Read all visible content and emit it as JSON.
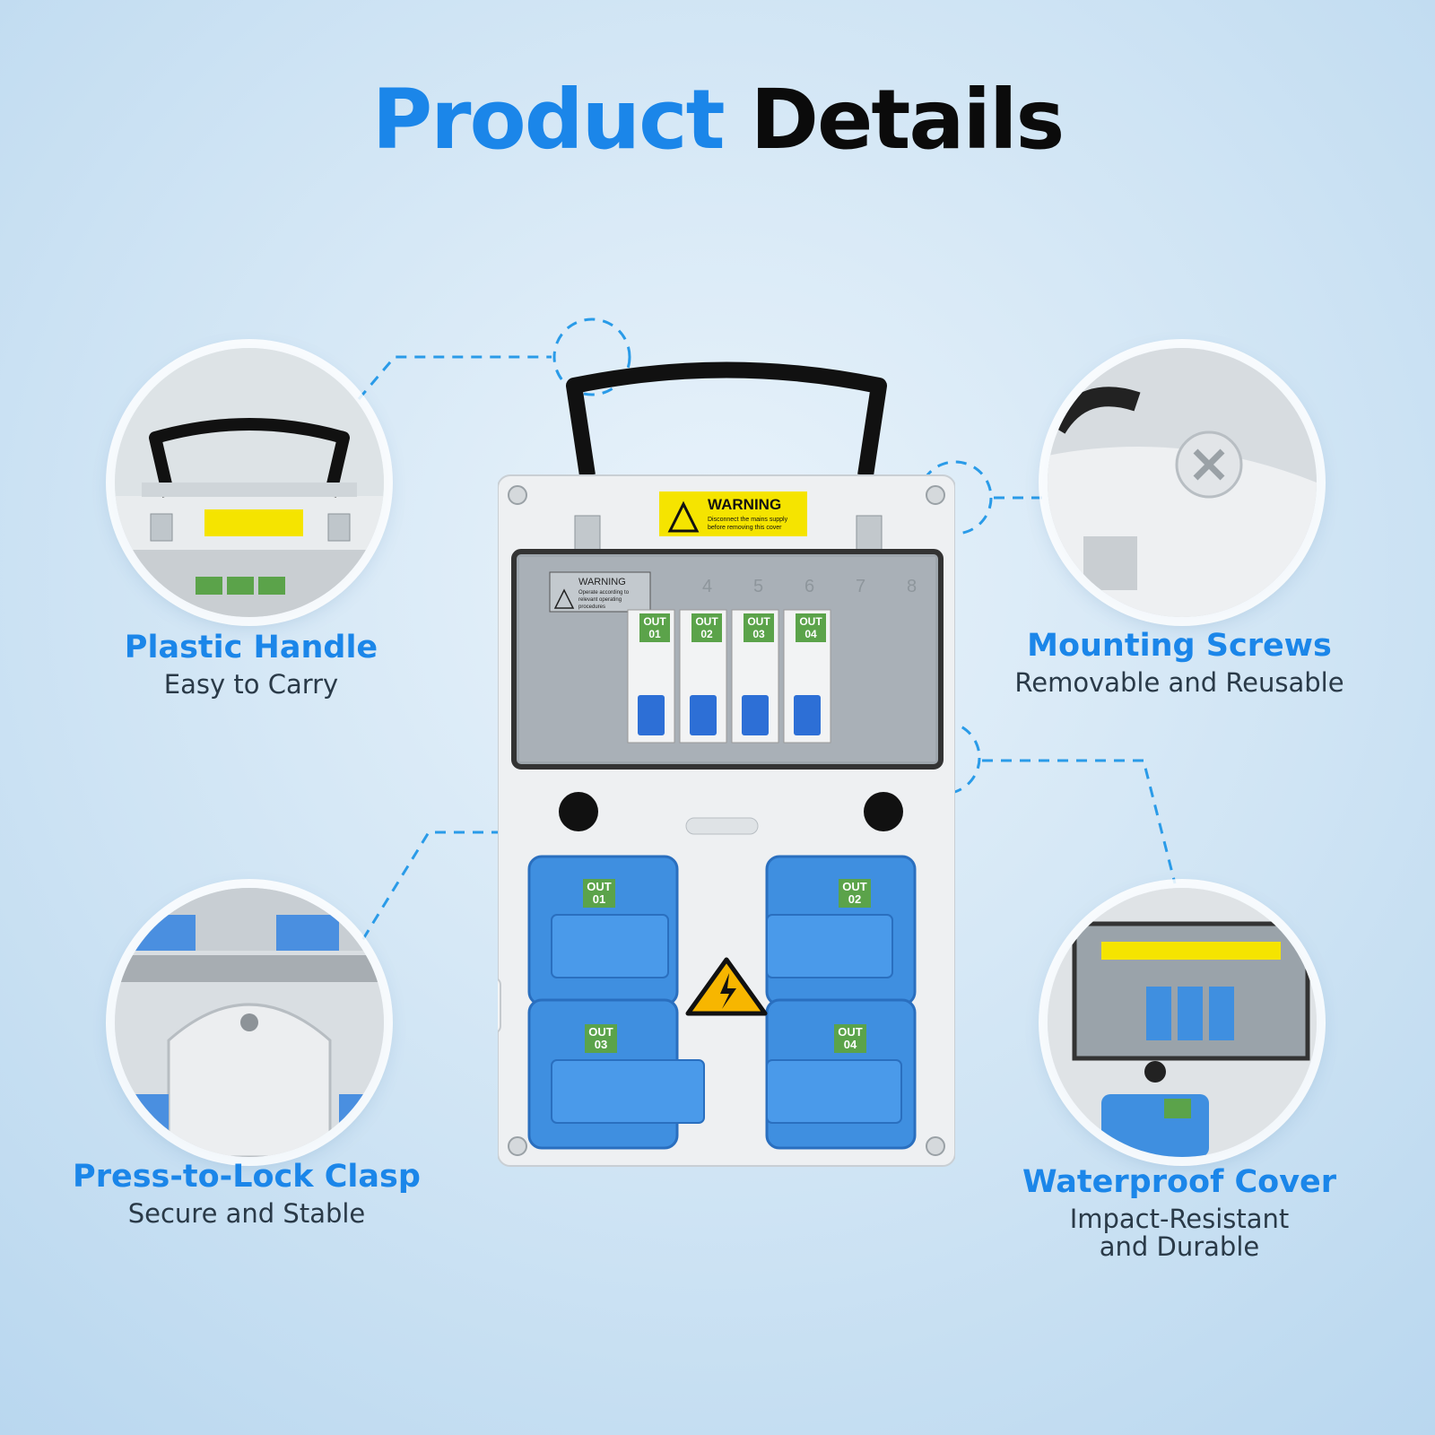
{
  "heading": {
    "part1": "Product",
    "part2": "Details"
  },
  "features": [
    {
      "title": "Plastic Handle",
      "subtitle": "Easy to Carry"
    },
    {
      "title": "Mounting Screws",
      "subtitle": "Removable and Reusable"
    },
    {
      "title": "Press-to-Lock Clasp",
      "subtitle": "Secure and Stable"
    },
    {
      "title": "Waterproof Cover",
      "subtitle": "Impact-Resistant and Durable"
    }
  ],
  "box": {
    "warning_title": "WARNING",
    "warning_text_1": "Disconnect the mains supply",
    "warning_text_2": "before removing this cover",
    "inner_warning_title": "WARNING",
    "inner_warning_text_1": "Operate according to",
    "inner_warning_text_2": "relevant operating",
    "inner_warning_text_3": "procedures",
    "slot_numbers": [
      "4",
      "5",
      "6",
      "7",
      "8"
    ],
    "breakers": [
      {
        "label": "OUT",
        "num": "01"
      },
      {
        "label": "OUT",
        "num": "02"
      },
      {
        "label": "OUT",
        "num": "03"
      },
      {
        "label": "OUT",
        "num": "04"
      }
    ],
    "sockets": [
      {
        "label": "OUT",
        "num": "01"
      },
      {
        "label": "OUT",
        "num": "02"
      },
      {
        "label": "OUT",
        "num": "03"
      },
      {
        "label": "OUT",
        "num": "04"
      }
    ]
  },
  "colors": {
    "accent": "#1b86e9",
    "socket_blue": "#3f8fe0",
    "label_green": "#5ba34a",
    "warning_yellow": "#f5e400"
  }
}
